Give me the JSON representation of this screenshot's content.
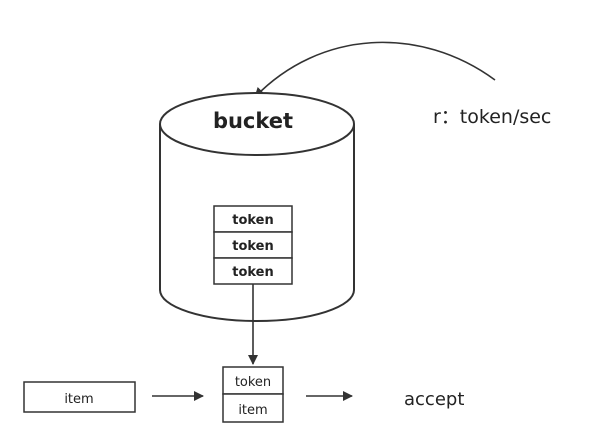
{
  "bucket": {
    "label": "bucket",
    "tokens": [
      "token",
      "token",
      "token"
    ]
  },
  "rate": {
    "label": "r：token/sec"
  },
  "flow": {
    "item_label": "item",
    "combined_token_label": "token",
    "combined_item_label": "item",
    "result_label": "accept"
  },
  "colors": {
    "stroke": "#333333",
    "text": "#222222",
    "background": "#ffffff"
  }
}
